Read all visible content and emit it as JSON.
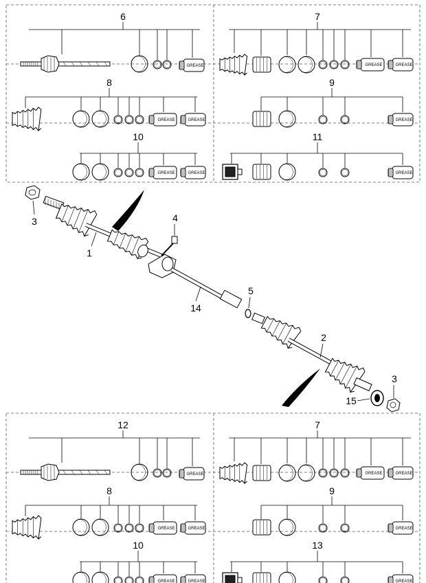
{
  "diagram": {
    "callouts": {
      "top_kits": [
        "6",
        "7",
        "8",
        "9",
        "10",
        "11"
      ],
      "bottom_kits": [
        "12",
        "7",
        "8",
        "9",
        "10",
        "13"
      ],
      "parts": {
        "nut_left": "3",
        "shaft_left": "1",
        "bolt": "4",
        "intermediate_shaft": "14",
        "snap_ring": "5",
        "shaft_right": "2",
        "nut_right": "3",
        "bearing_ring": "15"
      }
    },
    "grease_label": "GREASE",
    "colors": {
      "line": "#000000",
      "dashed": "#555555",
      "background": "#ffffff"
    }
  }
}
